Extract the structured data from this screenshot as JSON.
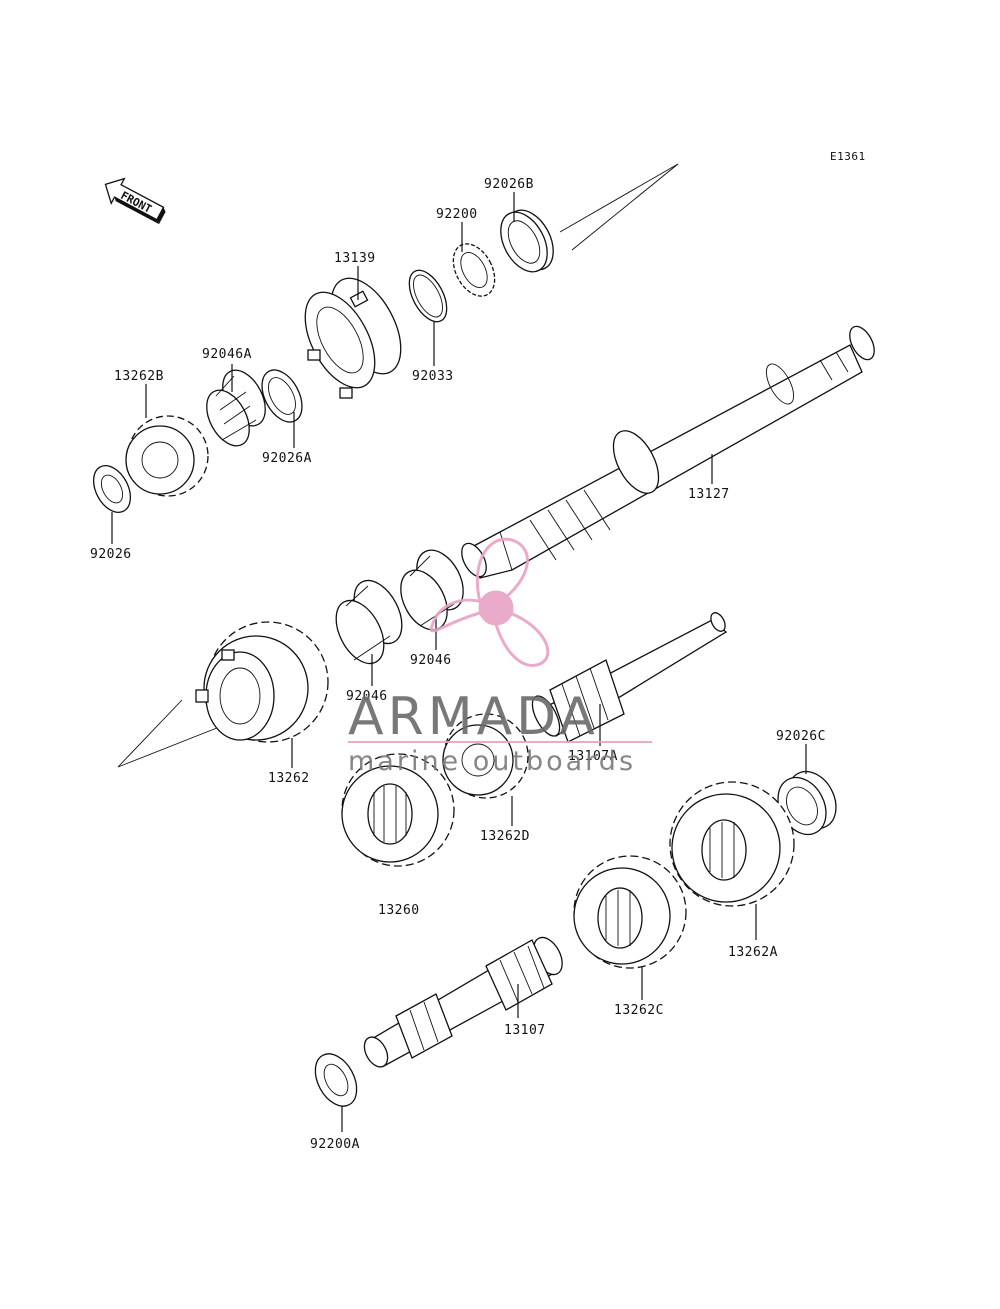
{
  "diagram_code": "E1361",
  "direction_label": "FRONT",
  "watermark": {
    "word": "ARMADA",
    "tagline": "marine outboards",
    "logo_color": "#e8a2c6"
  },
  "parts": [
    {
      "id": "p-92026B",
      "label": "92026B"
    },
    {
      "id": "p-92200",
      "label": "92200"
    },
    {
      "id": "p-13139",
      "label": "13139"
    },
    {
      "id": "p-92033",
      "label": "92033"
    },
    {
      "id": "p-92046A",
      "label": "92046A"
    },
    {
      "id": "p-13262B",
      "label": "13262B"
    },
    {
      "id": "p-92026A",
      "label": "92026A"
    },
    {
      "id": "p-92026",
      "label": "92026"
    },
    {
      "id": "p-13127",
      "label": "13127"
    },
    {
      "id": "p-92046-upper",
      "label": "92046"
    },
    {
      "id": "p-92046-lower",
      "label": "92046"
    },
    {
      "id": "p-13262",
      "label": "13262"
    },
    {
      "id": "p-13107A",
      "label": "13107A"
    },
    {
      "id": "p-92026C",
      "label": "92026C"
    },
    {
      "id": "p-13262D",
      "label": "13262D"
    },
    {
      "id": "p-13260",
      "label": "13260"
    },
    {
      "id": "p-13262A",
      "label": "13262A"
    },
    {
      "id": "p-13262C",
      "label": "13262C"
    },
    {
      "id": "p-13107",
      "label": "13107"
    },
    {
      "id": "p-92200A",
      "label": "92200A"
    }
  ]
}
